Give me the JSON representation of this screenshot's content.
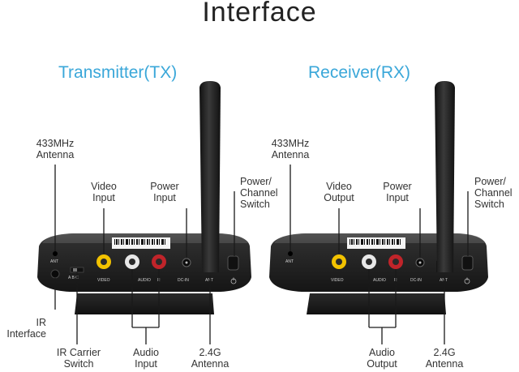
{
  "title": "Interface",
  "tx": {
    "heading": "Transmitter(TX)",
    "antenna_433": [
      "433MHz",
      "Antenna"
    ],
    "video": [
      "Video",
      "Input"
    ],
    "power": [
      "Power",
      "Input"
    ],
    "switch": [
      "Power/",
      "Channel",
      "Switch"
    ],
    "ir_interface": [
      "IR",
      "Interface"
    ],
    "ir_switch": [
      "IR Carrier",
      "Switch"
    ],
    "audio": [
      "Audio",
      "Input"
    ],
    "antenna_24": [
      "2.4G",
      "Antenna"
    ],
    "panel": {
      "ant": "ANT",
      "video": "VIDEO",
      "audio": "AUDIO",
      "r": "R",
      "dcin": "DC-IN",
      "ant2": "ANT",
      "abc": "A  B  C"
    }
  },
  "rx": {
    "heading": "Receiver(RX)",
    "antenna_433": [
      "433MHz",
      "Antenna"
    ],
    "video": [
      "Video",
      "Output"
    ],
    "power": [
      "Power",
      "Input"
    ],
    "switch": [
      "Power/",
      "Channel",
      "Switch"
    ],
    "audio": [
      "Audio",
      "Output"
    ],
    "antenna_24": [
      "2.4G",
      "Antenna"
    ],
    "panel": {
      "ant": "ANT",
      "video": "VIDEO",
      "audio": "AUDIO",
      "r": "R",
      "dcin": "DC-IN",
      "ant2": "ANT"
    }
  },
  "colors": {
    "heading": "#3aa7d9",
    "leader": "#1a1a1a",
    "device": "#2b2b2b",
    "video_jack": "#f2c200",
    "audio_white": "#e8e8e8",
    "audio_red": "#c0242a"
  }
}
